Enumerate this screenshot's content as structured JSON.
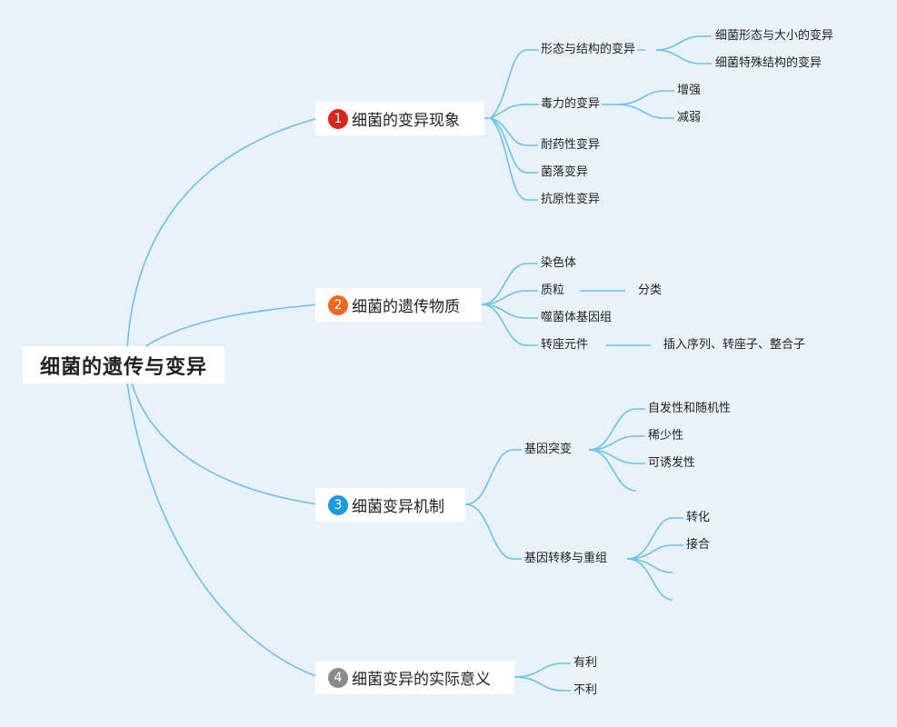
{
  "root": {
    "label": "细菌的遗传与变异"
  },
  "branches": [
    {
      "number": "1",
      "label": "细菌的变异现象",
      "badge_color": "#d9261c",
      "children": [
        {
          "label": "形态与结构的变异",
          "children": [
            "细菌形态与大小的变异",
            "细菌特殊结构的变异"
          ]
        },
        {
          "label": "毒力的变异",
          "children": [
            "增强",
            "减弱"
          ]
        },
        {
          "label": "耐药性变异"
        },
        {
          "label": "菌落变异"
        },
        {
          "label": "抗原性变异"
        }
      ]
    },
    {
      "number": "2",
      "label": "细菌的遗传物质",
      "badge_color": "#ec6a1f",
      "children": [
        {
          "label": "染色体"
        },
        {
          "label": "质粒",
          "children": [
            "分类"
          ]
        },
        {
          "label": "噬菌体基因组"
        },
        {
          "label": "转座元件",
          "children": [
            "插入序列、转座子、整合子"
          ]
        }
      ]
    },
    {
      "number": "3",
      "label": "细菌变异机制",
      "badge_color": "#1c9ae0",
      "children": [
        {
          "label": "基因突变",
          "children": [
            "自发性和随机性",
            "稀少性",
            "可诱发性",
            ""
          ]
        },
        {
          "label": "基因转移与重组",
          "children": [
            "转化",
            "接合",
            "",
            ""
          ]
        }
      ]
    },
    {
      "number": "4",
      "label": "细菌变异的实际意义",
      "badge_color": "#8a8a8a",
      "children": [
        {
          "label": "有利"
        },
        {
          "label": "不利"
        }
      ]
    }
  ],
  "colors": {
    "line": "#6ec1e8",
    "background": "#e9f1f9"
  }
}
